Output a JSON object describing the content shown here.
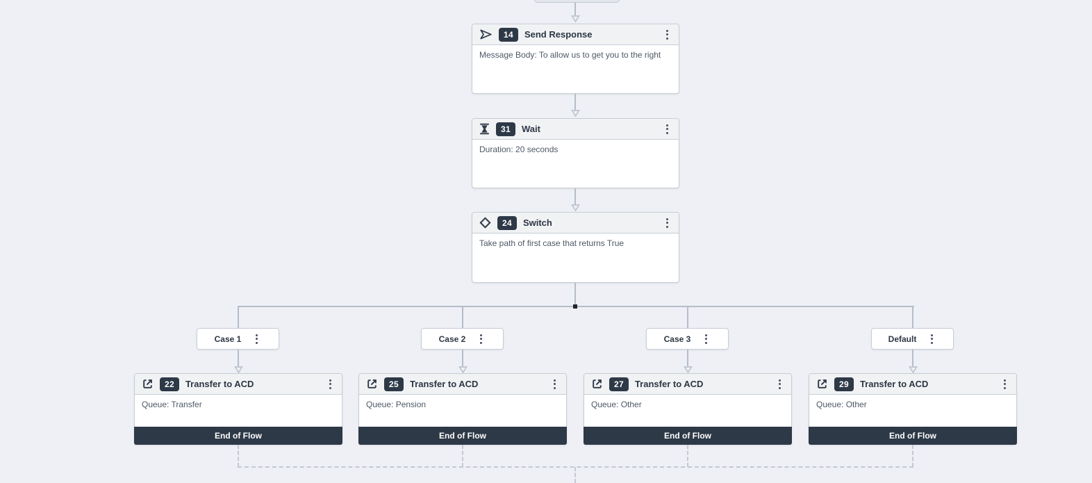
{
  "flow": {
    "colors": {
      "accent_dark": "#2e3947",
      "connector": "#b4bdc9",
      "canvas_bg": "#eef0f5",
      "node_border": "#c7cdd6"
    },
    "nodes": [
      {
        "number": "14",
        "icon": "send-icon",
        "title": "Send Response",
        "body": "Message Body: To allow us to get you to the right"
      },
      {
        "number": "31",
        "icon": "hourglass-icon",
        "title": "Wait",
        "body": "Duration: 20 seconds"
      },
      {
        "number": "24",
        "icon": "diamond-icon",
        "title": "Switch",
        "body": "Take path of first case that returns True"
      },
      {
        "number": "22",
        "icon": "external-link-icon",
        "title": "Transfer to ACD",
        "body": "Queue: Transfer",
        "footer": "End of Flow"
      },
      {
        "number": "25",
        "icon": "external-link-icon",
        "title": "Transfer to ACD",
        "body": "Queue: Pension",
        "footer": "End of Flow"
      },
      {
        "number": "27",
        "icon": "external-link-icon",
        "title": "Transfer to ACD",
        "body": "Queue: Other",
        "footer": "End of Flow"
      },
      {
        "number": "29",
        "icon": "external-link-icon",
        "title": "Transfer to ACD",
        "body": "Queue: Other",
        "footer": "End of Flow"
      }
    ],
    "branches": [
      {
        "label": "Case 1"
      },
      {
        "label": "Case 2"
      },
      {
        "label": "Case 3"
      },
      {
        "label": "Default"
      }
    ]
  }
}
